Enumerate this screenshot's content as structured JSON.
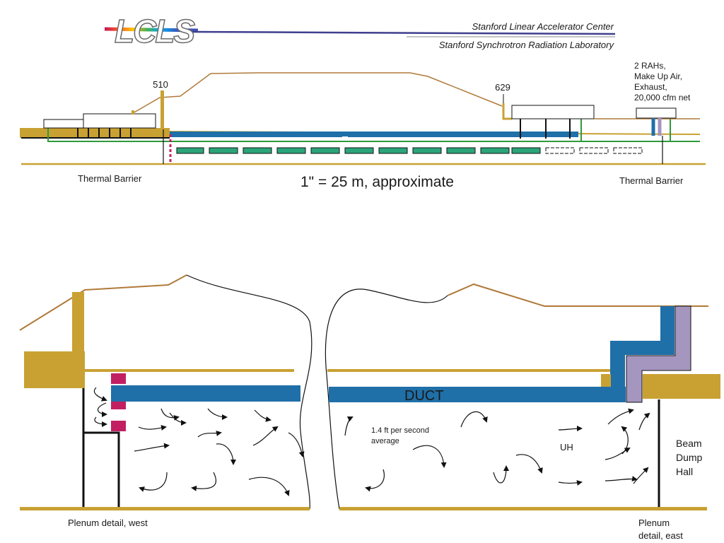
{
  "header": {
    "logo_text": "LCLS",
    "org_line_1": "Stanford Linear Accelerator Center",
    "org_line_2": "Stanford Synchrotron Radiation Laboratory"
  },
  "overview": {
    "building_510": "510",
    "building_629": "629",
    "east_note_lines": [
      "2 RAHs,",
      "Make Up Air,",
      "Exhaust,",
      "20,000 cfm net"
    ],
    "barrier_west": "Thermal Barrier",
    "barrier_east": "Thermal Barrier",
    "scale_note": "1\" = 25 m, approximate"
  },
  "detail": {
    "duct_label": "DUCT",
    "flow_note_lines": [
      "1.4 ft per second",
      "average"
    ],
    "uh_label": "UH",
    "east_hall_lines": [
      "Beam",
      "Dump",
      "Hall"
    ],
    "west_caption": "Plenum detail, west",
    "east_caption_lines": [
      "Plenum",
      "detail, east"
    ]
  },
  "colors": {
    "soil": "#c9a133",
    "terrain": "#b07a3a",
    "duct": "#1f6fa8",
    "exhaust": "#a596c0",
    "pipe": "#2f9a3a",
    "undulator": "#2aa57a",
    "damper": "#c21f63"
  }
}
